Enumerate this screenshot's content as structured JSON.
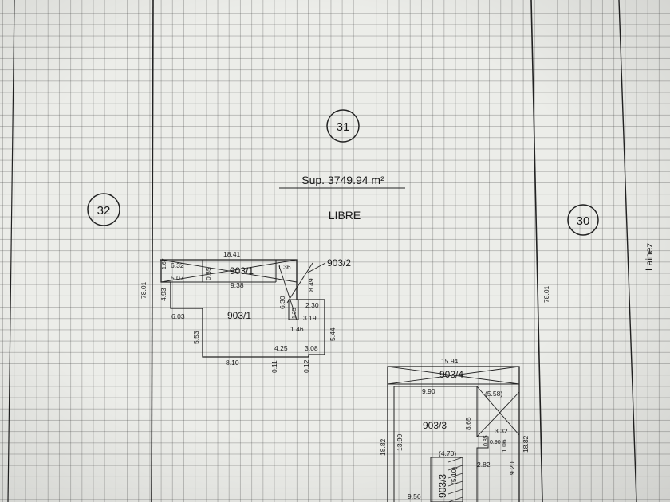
{
  "parcel": {
    "number": "31",
    "area": "Sup. 3749.94 m²",
    "status": "LIBRE"
  },
  "neighbors": {
    "left": "32",
    "right": "30"
  },
  "street": "Lainez",
  "lot_side_lengths": {
    "left": "78.01",
    "right": "78.01"
  },
  "building_a": {
    "unit_main": "903/1",
    "unit_top": "903/1",
    "unit_callout": "903/2",
    "dims": {
      "top": "18.41",
      "d1": "6.32",
      "d2": "5.07",
      "d3": "0.85",
      "d4": "9.38",
      "d5": "1.36",
      "d6": "8.49",
      "d7": "4.93",
      "d8": "6.30",
      "d9": "2.30",
      "d10": "3.19",
      "d11": "1.46",
      "d12": "1.35",
      "d13": "6.03",
      "d14": "5.53",
      "d15": "5.44",
      "d16": "4.25",
      "d17": "3.08",
      "d18": "8.10",
      "d19": "0.11",
      "d20": "0.12",
      "d21": "1.67"
    }
  },
  "building_b": {
    "unit_top": "903/4",
    "unit_main": "903/3",
    "unit_small": "903/3",
    "dims": {
      "top": "15.94",
      "e1": "9.90",
      "e2": "(5.58)",
      "e3": "8.65",
      "e4": "3.32",
      "e5": "(4.70)",
      "e6": "2.82",
      "e7": "1.06",
      "e8": "18.82",
      "e9": "13.90",
      "e10": "18.82",
      "e11": "9.20",
      "e12": "9.56",
      "e13": "(5.10)",
      "e14": "0.85",
      "e15": "0.90"
    }
  }
}
